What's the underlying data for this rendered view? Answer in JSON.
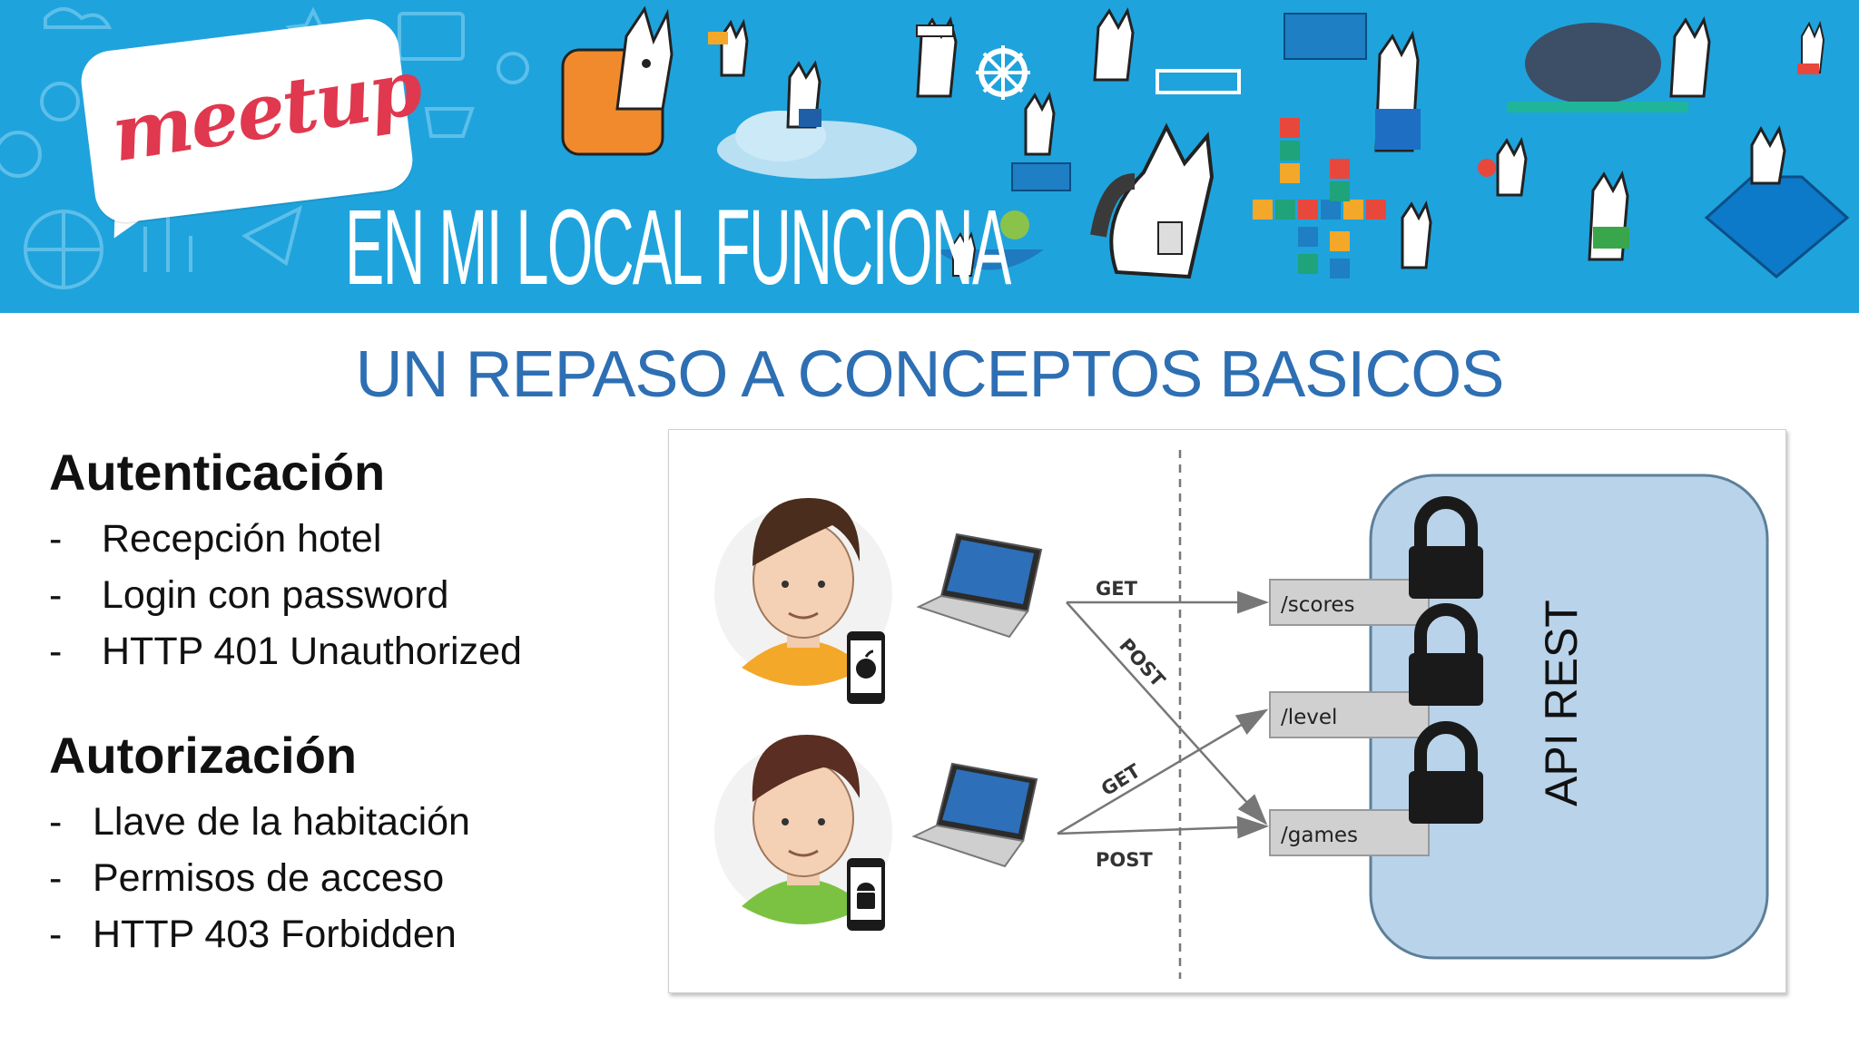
{
  "banner": {
    "logo_text": "meetup",
    "event_title": "EN MI LOCAL FUNCIONA",
    "accent_color": "#1fa3dc",
    "logo_color": "#e0384e"
  },
  "slide": {
    "title": "UN REPASO A CONCEPTOS BASICOS",
    "title_color": "#2e6fb3"
  },
  "authentication": {
    "heading": "Autenticación",
    "items": [
      {
        "dash": "-",
        "text": "Recepción hotel"
      },
      {
        "dash": "-",
        "text": "Login con password"
      },
      {
        "dash": "-",
        "text": "HTTP 401 Unauthorized"
      }
    ]
  },
  "authorization": {
    "heading": "Autorización",
    "items": [
      {
        "dash": "-",
        "text": "Llave de la habitación"
      },
      {
        "dash": "-",
        "text": "Permisos de acceso"
      },
      {
        "dash": "-",
        "text": "HTTP 403 Forbidden"
      }
    ]
  },
  "diagram": {
    "api_label": "API REST",
    "endpoints": [
      "/scores",
      "/level",
      "/games"
    ],
    "arrow_labels": {
      "top_get": "GET",
      "top_post": "POST",
      "bottom_get": "GET",
      "bottom_post": "POST"
    },
    "clients": [
      {
        "device": "apple-phone-icon",
        "shirt_color": "#f3a82a"
      },
      {
        "device": "android-phone-icon",
        "shirt_color": "#7cc242"
      }
    ],
    "api_fill": "#b9d3ea",
    "api_stroke": "#5d7f99"
  }
}
